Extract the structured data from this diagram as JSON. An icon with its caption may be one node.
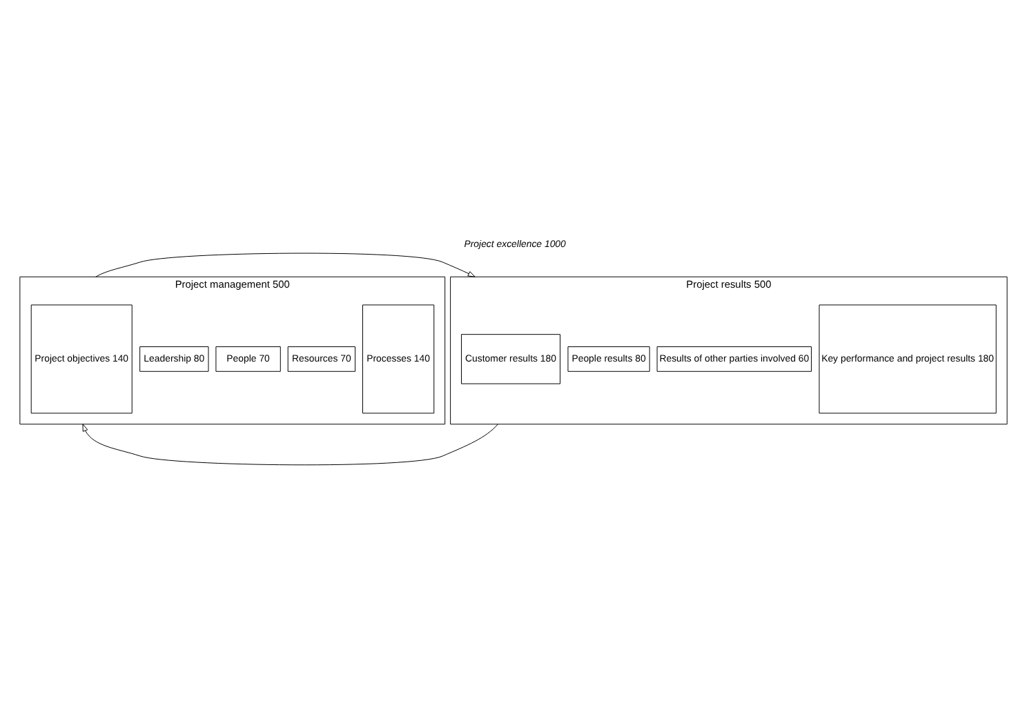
{
  "diagram": {
    "title": "Project excellence 1000",
    "nodes": [
      {
        "text": [
          "Project management 500"
        ]
      },
      {
        "text": [
          "Project objectives 140"
        ],
        "in": 0
      },
      {
        "text": [
          "Leadership 80"
        ],
        "in": 0
      },
      {
        "text": [
          "People 70"
        ],
        "in": 0
      },
      {
        "text": [
          "Resources 70"
        ],
        "in": 0
      },
      {
        "text": [
          "Processes 140"
        ],
        "in": 0
      },
      {
        "text": [
          "Project results 500"
        ]
      },
      {
        "text": [
          "Customer results 180"
        ],
        "in": 6
      },
      {
        "text": [
          "People results 80"
        ],
        "in": 6
      },
      {
        "text": [
          "Results of other parties involved 60"
        ],
        "in": 6
      },
      {
        "text": [
          "Key performance and project results 180"
        ],
        "in": 6
      }
    ],
    "edges": [
      {
        "from": 0,
        "to": 6,
        "arrow": "to"
      },
      {
        "from": 6,
        "to": 0,
        "arrow": "to"
      }
    ]
  }
}
